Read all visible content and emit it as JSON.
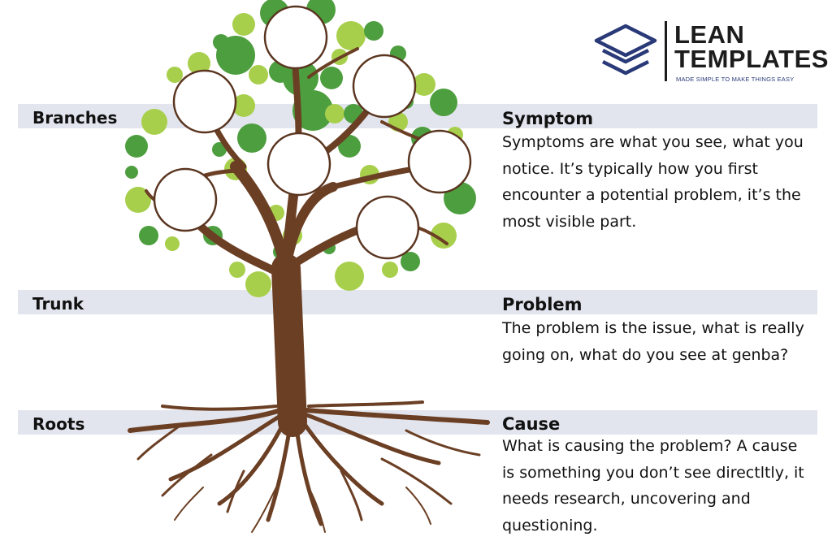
{
  "logo": {
    "title_line1": "LEAN",
    "title_line2": "TEMPLATES",
    "tagline": "MADE SIMPLE TO MAKE THINGS EASY",
    "icon": "stacked-layers-icon",
    "color": "#2a3a78"
  },
  "sections": [
    {
      "label": "Branches",
      "heading": "Symptom",
      "text": "Symptoms are what  you see, what you notice. It’s typically how you first encounter a potential problem, it’s the most visible part."
    },
    {
      "label": "Trunk",
      "heading": "Problem",
      "text": "The problem is the issue, what is really going on, what do you see at genba?"
    },
    {
      "label": "Roots",
      "heading": "Cause",
      "text": "What is causing the problem? A cause is something you don’t see directltly, it needs research, uncovering and questioning."
    }
  ],
  "colors": {
    "band": "#e2e5ee",
    "trunk": "#6b3f24",
    "leaf_light": "#a8cf4c",
    "leaf_dark": "#4d9e3e"
  }
}
